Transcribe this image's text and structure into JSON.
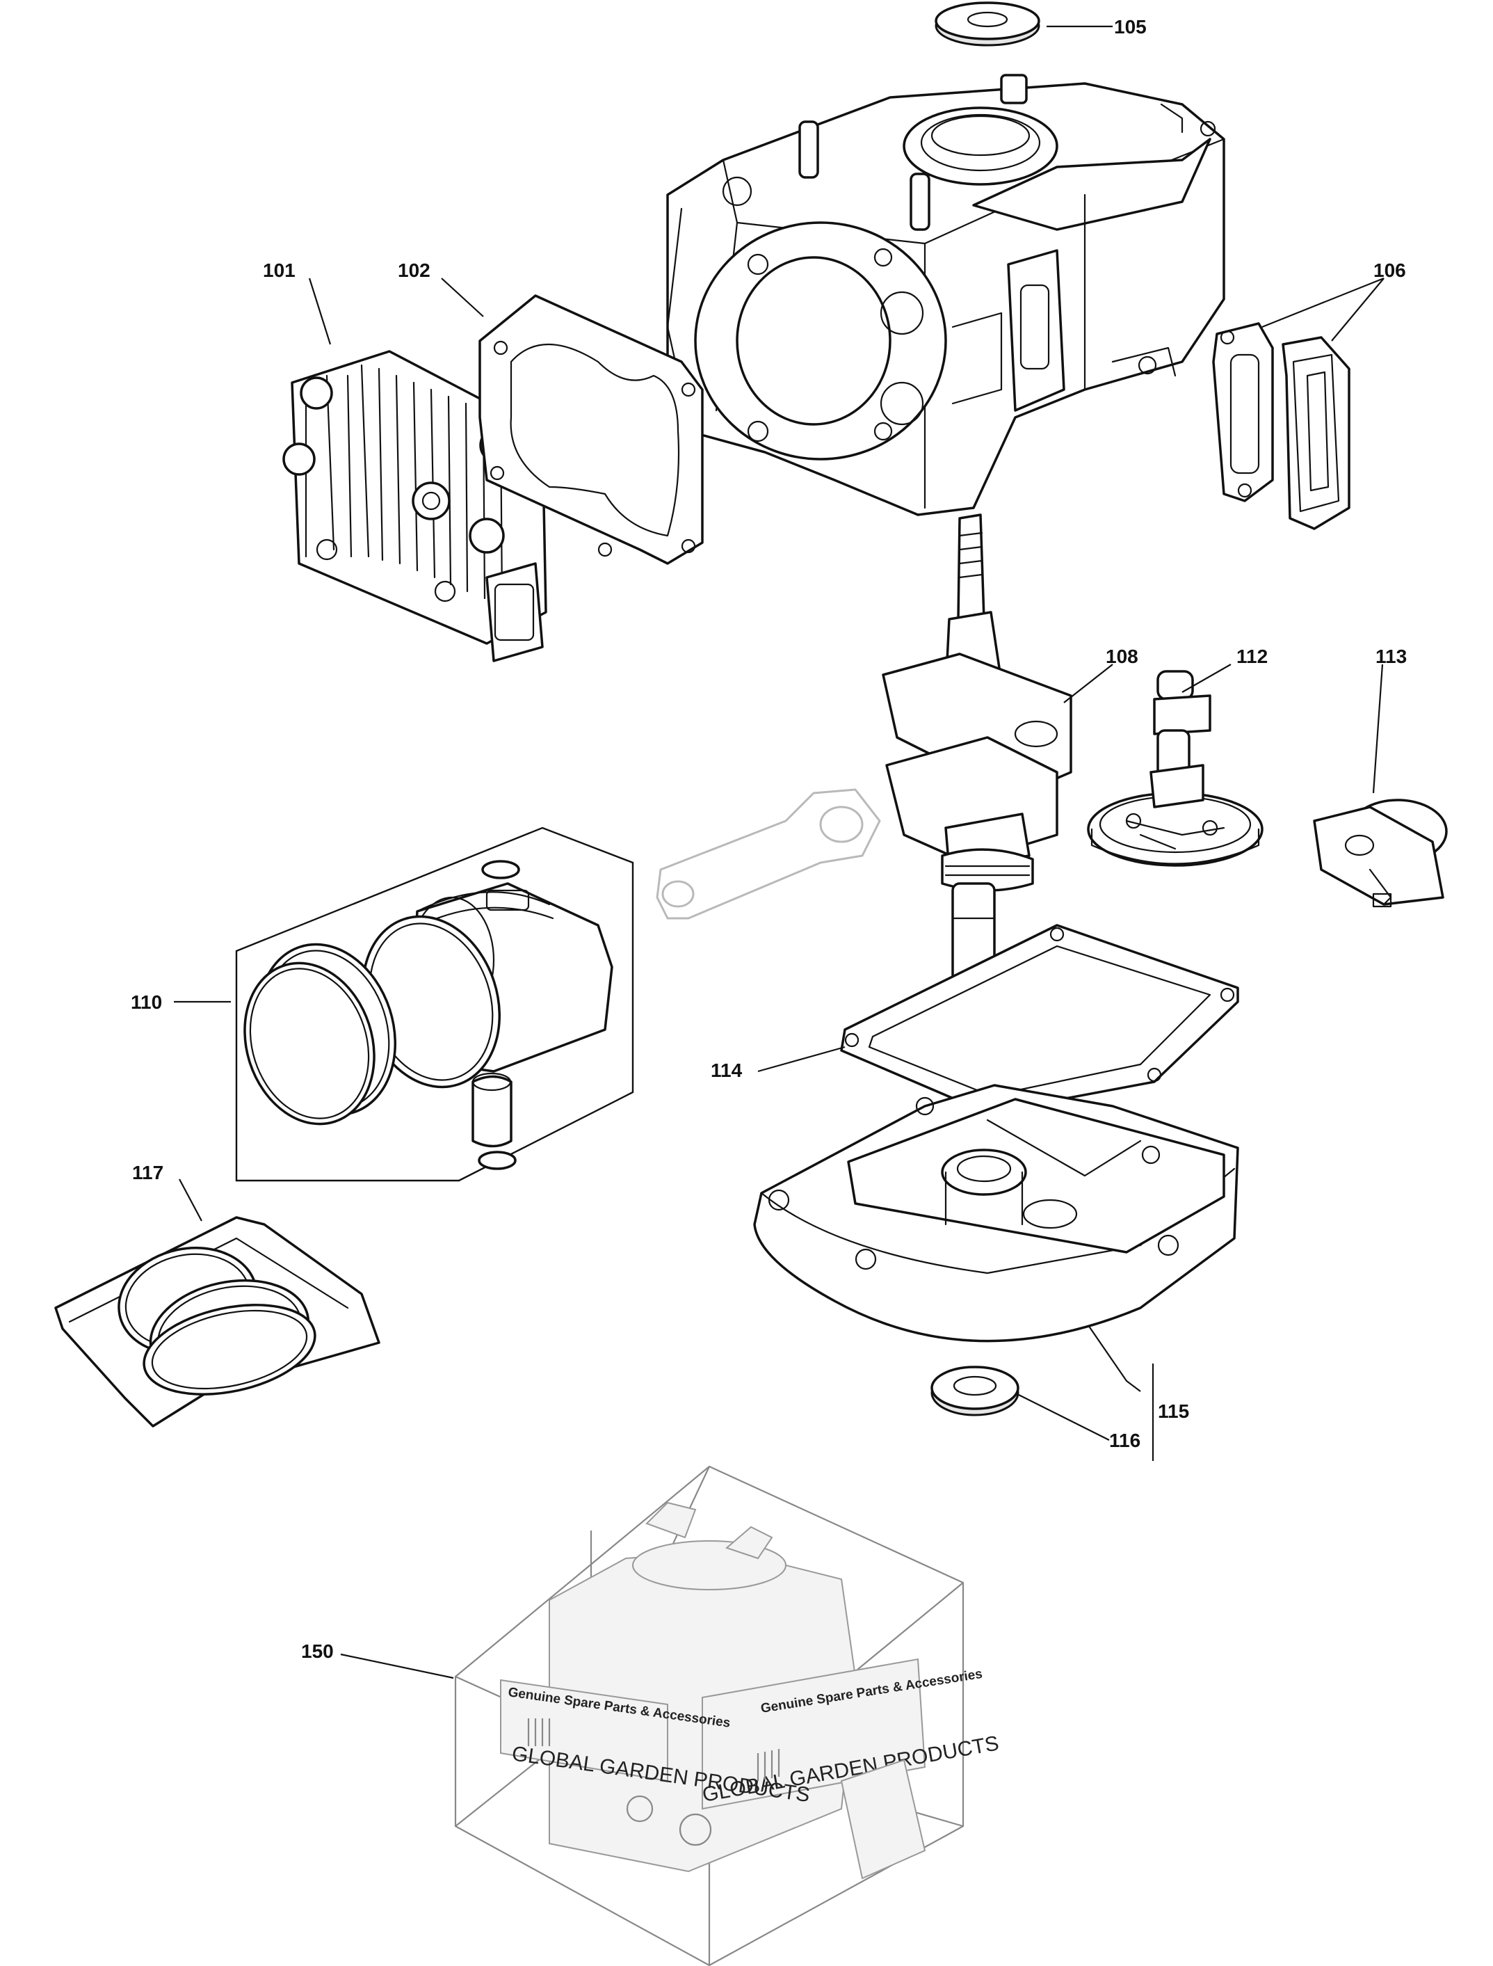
{
  "callouts": {
    "c101": "101",
    "c102": "102",
    "c105": "105",
    "c106": "106",
    "c108": "108",
    "c110": "110",
    "c112": "112",
    "c113": "113",
    "c114": "114",
    "c115": "115",
    "c116": "116",
    "c117": "117",
    "c150": "150"
  },
  "packaging": {
    "slogan_left": "Genuine Spare Parts & Accessories",
    "slogan_right": "Genuine Spare Parts & Accessories",
    "brand_left": "GLOBAL GARDEN PRODUCTS",
    "brand_right": "GLOBAL GARDEN PRODUCTS"
  }
}
